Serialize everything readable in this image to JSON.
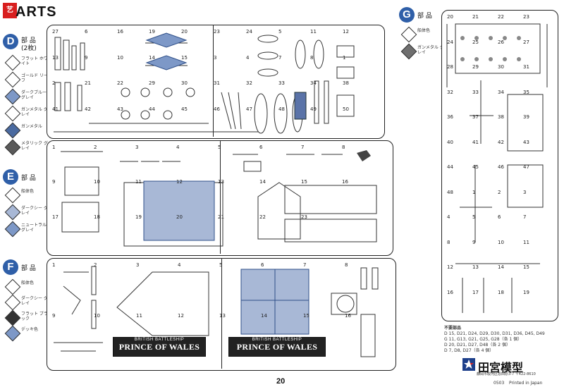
{
  "header": {
    "logo_text": "艺",
    "title": "ARTS"
  },
  "legend_d": {
    "letter": "D",
    "title": "部 品",
    "subtitle": "(2枚)",
    "swatches": [
      {
        "label": "フラット ホワイト",
        "color": "#ffffff"
      },
      {
        "label": "ゴールド リーフ",
        "color": "#ffffff"
      },
      {
        "label": "ダークブルー グレイ",
        "color": "#7d98c7"
      },
      {
        "label": "ガンメタル グレイ",
        "color": "#ffffff"
      },
      {
        "label": "ガンメタル",
        "color": "#4a6aa0"
      },
      {
        "label": "メタリック グレイ",
        "color": "#5a5a5a"
      }
    ]
  },
  "legend_e": {
    "letter": "E",
    "title": "部 品",
    "swatches": [
      {
        "label": "船体色",
        "color": "#ffffff"
      },
      {
        "label": "ダークシー グレイ",
        "color": "#a8b8d6"
      },
      {
        "label": "ニュートラル グレイ",
        "color": "#7d98c7"
      }
    ]
  },
  "legend_f": {
    "letter": "F",
    "title": "部 品",
    "swatches": [
      {
        "label": "船体色",
        "color": "#ffffff"
      },
      {
        "label": "ダークシー グレイ",
        "color": "#ffffff"
      },
      {
        "label": "フラット ブラック",
        "color": "#333333"
      },
      {
        "label": "デッキ色",
        "color": "#7d98c7"
      }
    ]
  },
  "legend_g": {
    "letter": "G",
    "title": "部 品",
    "swatches": [
      {
        "label": "船体色",
        "color": "#ffffff"
      },
      {
        "label": "ガンメタル グレイ",
        "color": "#6f6f6f"
      }
    ]
  },
  "sprue_d": {
    "labels": [
      "27",
      "6",
      "16",
      "19",
      "20",
      "23",
      "24",
      "5",
      "11",
      "12",
      "13",
      "9",
      "10",
      "14",
      "15",
      "3",
      "4",
      "7",
      "8",
      "1",
      "2",
      "21",
      "22",
      "29",
      "30",
      "31",
      "32",
      "33",
      "34",
      "38",
      "41",
      "42",
      "43",
      "44",
      "45",
      "46",
      "47",
      "48",
      "49",
      "50"
    ]
  },
  "sprue_e": {
    "labels": [
      "1",
      "2",
      "3",
      "4",
      "5",
      "6",
      "7",
      "8",
      "9",
      "10",
      "11",
      "12",
      "13",
      "14",
      "15",
      "16",
      "17",
      "18",
      "19",
      "20",
      "21",
      "22",
      "23"
    ]
  },
  "sprue_f": {
    "labels": [
      "1",
      "2",
      "3",
      "4",
      "5",
      "6",
      "7",
      "8",
      "9",
      "10",
      "11",
      "12",
      "13",
      "14",
      "15",
      "16"
    ],
    "plate_left": {
      "small": "BRITISH BATTLESHIP",
      "big": "PRINCE OF WALES"
    },
    "plate_right": {
      "small": "BRITISH BATTLESHIP",
      "big": "PRINCE OF WALES"
    }
  },
  "sprue_g": {
    "labels": [
      "20",
      "21",
      "22",
      "23",
      "24",
      "25",
      "26",
      "27",
      "28",
      "29",
      "30",
      "31",
      "32",
      "33",
      "34",
      "35",
      "36",
      "37",
      "38",
      "39",
      "40",
      "41",
      "42",
      "43",
      "44",
      "45",
      "46",
      "47",
      "48",
      "1",
      "2",
      "3",
      "4",
      "5",
      "6",
      "7",
      "8",
      "9",
      "10",
      "11",
      "12",
      "13",
      "14",
      "15",
      "16",
      "17",
      "18",
      "19"
    ]
  },
  "unused_parts": {
    "title": "不要部品",
    "lines": [
      "D 15, D21, D24, D29, D30, D31, D36, D45, D49",
      "G 11, G13, G21, G25, G28（各 1 個）",
      "D 20, D21, D27, D48（各 2 個）",
      "D 7, D8, D27（各 4 個）"
    ]
  },
  "brand": {
    "name": "田宮模型",
    "address": "静岡市駿河区恩田原3-7 〒422-8610"
  },
  "footer": {
    "page_number": "20",
    "code": "0503",
    "printed": "Printed in Japan"
  }
}
